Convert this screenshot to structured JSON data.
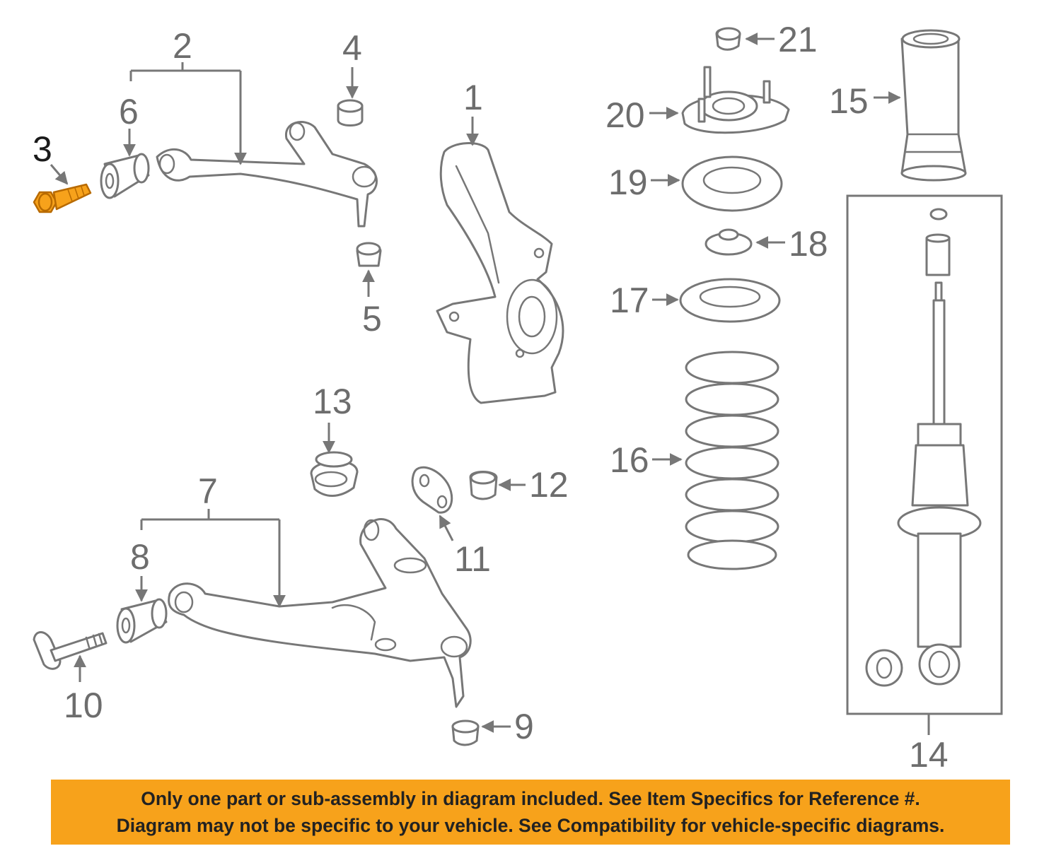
{
  "diagram": {
    "callouts": [
      "1",
      "2",
      "3",
      "4",
      "5",
      "6",
      "7",
      "8",
      "9",
      "10",
      "11",
      "12",
      "13",
      "14",
      "15",
      "16",
      "17",
      "18",
      "19",
      "20",
      "21"
    ],
    "highlighted_callout": "3",
    "colors": {
      "highlight": "#f7a21b",
      "line": "#777777",
      "banner": "#f7a21b"
    }
  },
  "banner": {
    "line1": "Only one part or sub-assembly in diagram included. See Item Specifics for Reference #.",
    "line2": "Diagram may not be specific to your vehicle. See Compatibility for vehicle-specific diagrams."
  }
}
